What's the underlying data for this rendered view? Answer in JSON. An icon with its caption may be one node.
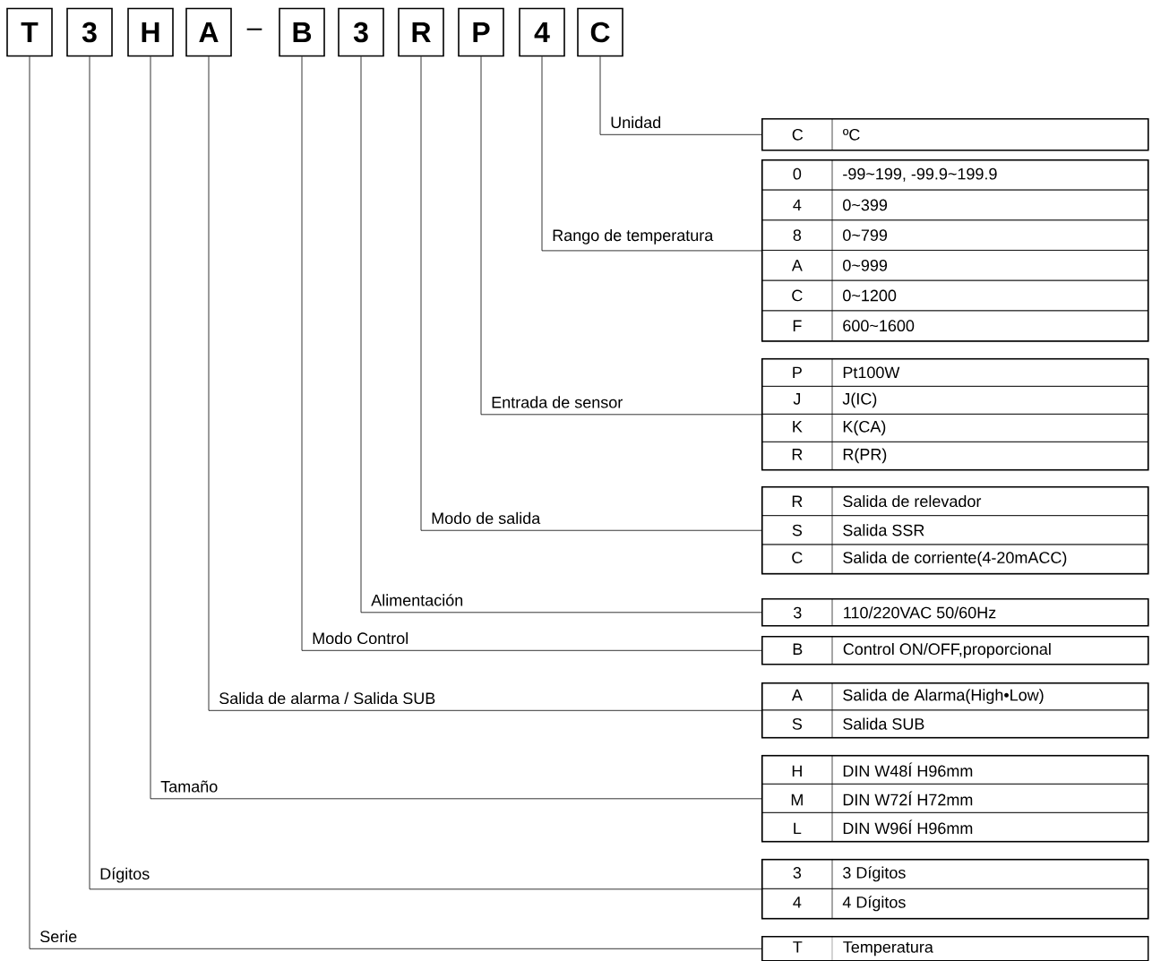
{
  "diagram": {
    "nodes": [
      {
        "text": [
          "T"
        ]
      },
      {
        "text": [
          "3"
        ]
      },
      {
        "text": [
          "H"
        ]
      },
      {
        "text": [
          "A"
        ]
      },
      {
        "text": [
          "B"
        ]
      },
      {
        "text": [
          "3"
        ]
      },
      {
        "text": [
          "R"
        ]
      },
      {
        "text": [
          "P"
        ]
      },
      {
        "text": [
          "4"
        ]
      },
      {
        "text": [
          "C"
        ]
      },
      {
        "text": [
          "C",
          "ºC"
        ]
      },
      {
        "text": [],
        "shape": "box"
      },
      {
        "text": [
          "0",
          "-99~199, -99.9~199.9"
        ],
        "in": 11
      },
      {
        "text": [
          "4",
          "0~399"
        ],
        "in": 11
      },
      {
        "text": [
          "8",
          "0~799"
        ],
        "in": 11
      },
      {
        "text": [
          "A",
          "0~999"
        ],
        "in": 11
      },
      {
        "text": [
          "C",
          "0~1200"
        ],
        "in": 11
      },
      {
        "text": [
          "F",
          "600~1600"
        ],
        "in": 11
      },
      {
        "text": [],
        "shape": "box"
      },
      {
        "text": [
          "P",
          "Pt100W"
        ],
        "in": 18
      },
      {
        "text": [
          "J",
          "J(IC)"
        ],
        "in": 18
      },
      {
        "text": [
          "K",
          "K(CA)"
        ],
        "in": 18
      },
      {
        "text": [
          "R",
          "R(PR)"
        ],
        "in": 18
      },
      {
        "text": [],
        "shape": "box"
      },
      {
        "text": [
          "R",
          "Salida de relevador"
        ],
        "in": 23
      },
      {
        "text": [
          "S",
          "Salida SSR"
        ],
        "in": 23
      },
      {
        "text": [
          "C",
          "Salida de corriente(4-20mACC)"
        ],
        "in": 23
      },
      {
        "text": [
          "3",
          "110/220VAC 50/60Hz"
        ]
      },
      {
        "text": [
          "B",
          "Control ON/OFF,proporcional"
        ]
      },
      {
        "text": [],
        "shape": "box"
      },
      {
        "text": [
          "A",
          "Salida de Alarma(High•Low)"
        ],
        "in": 29
      },
      {
        "text": [
          "S",
          "Salida SUB"
        ],
        "in": 29
      },
      {
        "text": [],
        "shape": "box"
      },
      {
        "text": [
          "H",
          "DIN W48Í H96mm"
        ],
        "in": 32
      },
      {
        "text": [
          "M",
          "DIN W72Í H72mm"
        ],
        "in": 32
      },
      {
        "text": [
          "L",
          "DIN W96Í H96mm"
        ],
        "in": 32
      },
      {
        "text": [],
        "shape": "box"
      },
      {
        "text": [
          "3",
          "3 Dígitos"
        ],
        "in": 36
      },
      {
        "text": [
          "4",
          "4 Dígitos"
        ],
        "in": 36
      },
      {
        "text": [
          "T",
          "Temperatura"
        ]
      }
    ],
    "edges": [
      {
        "from": 9,
        "to": 10,
        "arrow": "none",
        "label": "Unidad"
      },
      {
        "from": 8,
        "to": 11,
        "arrow": "none",
        "label": "Rango de temperatura"
      },
      {
        "from": 7,
        "to": 18,
        "arrow": "none",
        "label": "Entrada de sensor"
      },
      {
        "from": 6,
        "to": 23,
        "arrow": "none",
        "label": "Modo de salida"
      },
      {
        "from": 5,
        "to": 27,
        "arrow": "none",
        "label": "Alimentación"
      },
      {
        "from": 4,
        "to": 28,
        "arrow": "none",
        "label": "Modo Control"
      },
      {
        "from": 3,
        "to": 29,
        "arrow": "none",
        "label": "Salida de alarma / Salida SUB"
      },
      {
        "from": 2,
        "to": 32,
        "arrow": "none",
        "label": "Tamaño"
      },
      {
        "from": 1,
        "to": 36,
        "arrow": "none",
        "label": "Dígitos"
      },
      {
        "from": 0,
        "to": 39,
        "arrow": "none",
        "label": "Serie"
      }
    ],
    "labels": [
      "–"
    ]
  }
}
